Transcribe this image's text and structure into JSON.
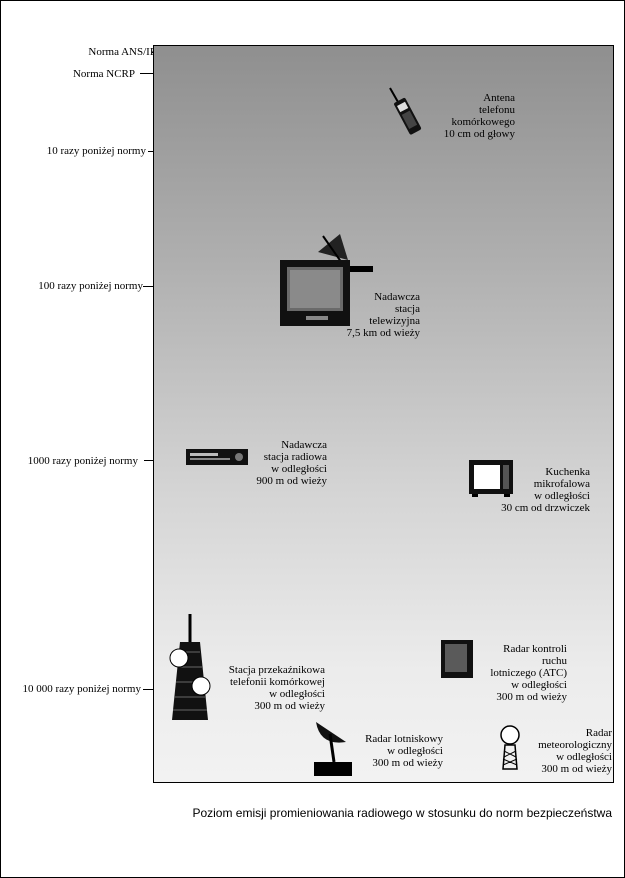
{
  "levels": [
    "Norma ANS/IEEE",
    "Norma NCRP",
    "10 razy poniżej normy",
    "100 razy poniżej normy",
    "1000 razy poniżej normy",
    "10 000 razy poniżej normy"
  ],
  "sources": {
    "phone": [
      "Antena",
      "telefonu",
      "komórkowego",
      "10 cm od głowy"
    ],
    "tv": [
      "Nadawcza",
      "stacja",
      "telewizyjna",
      "7,5 km od wieży"
    ],
    "radio": [
      "Nadawcza",
      "stacja radiowa",
      "w odległości",
      "900 m od wieży"
    ],
    "microwave": [
      "Kuchenka",
      "mikrofalowa",
      "w odległości",
      "30 cm od drzwiczek"
    ],
    "relay": [
      "Stacja przekaźnikowa",
      "telefonii komórkowej",
      "w odległości",
      "300 m od wieży"
    ],
    "atc": [
      "Radar kontroli",
      "ruchu",
      "lotniczego (ATC)",
      "w odległości",
      "300 m od wieży"
    ],
    "airport": [
      "Radar lotniskowy",
      "w odległości",
      "300 m od wieży"
    ],
    "weather": [
      "Radar",
      "meteorologiczny",
      "w odległości",
      "300 m od wieży"
    ]
  },
  "caption": "Poziom emisji promieniowania radiowego w stosunku do norm bezpieczeństwa"
}
